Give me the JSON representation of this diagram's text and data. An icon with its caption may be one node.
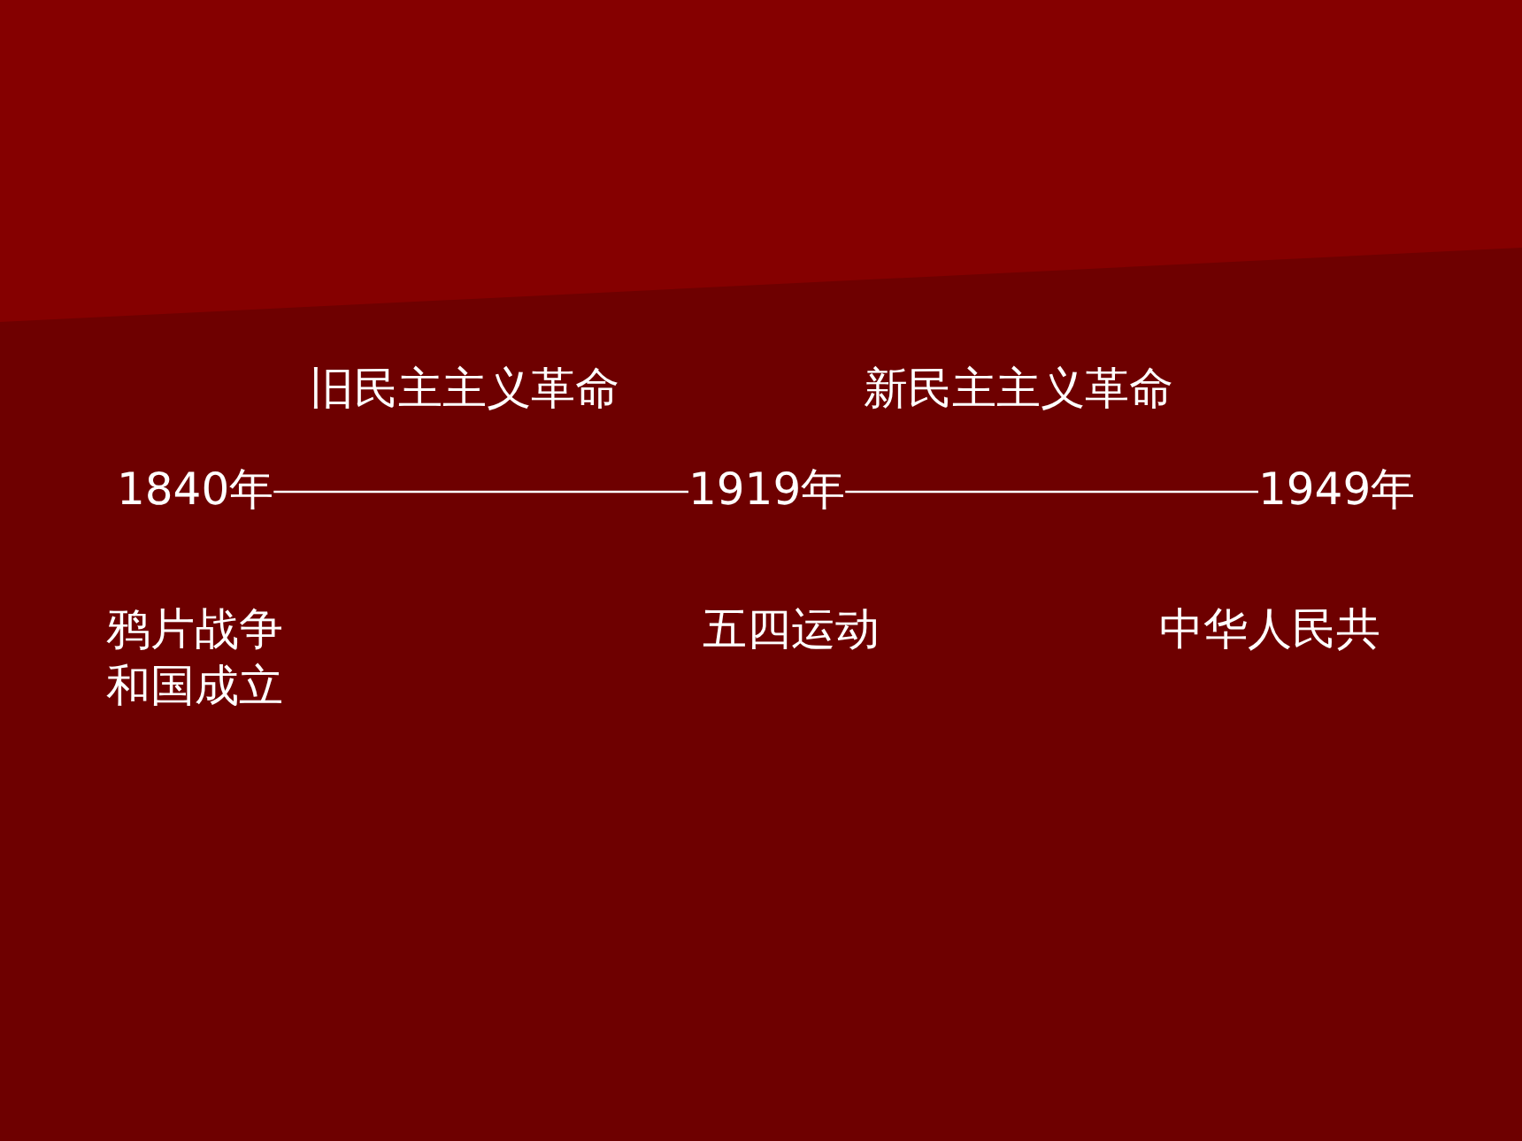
{
  "diagram": {
    "nodes": [
      {
        "text": [
          "1840年"
        ],
        "beside": [
          "鸦片战争"
        ]
      },
      {
        "text": [
          "1919年"
        ],
        "beside": [
          "五四运动"
        ]
      },
      {
        "text": [
          "1949年"
        ],
        "beside": [
          "中华人民共和国成立"
        ]
      }
    ],
    "edges": [
      {
        "from": 0,
        "to": 1,
        "arrow": "none",
        "label": "旧民主主义革命"
      },
      {
        "from": 1,
        "to": 2,
        "arrow": "none",
        "label": "新民主主义革命"
      }
    ]
  }
}
